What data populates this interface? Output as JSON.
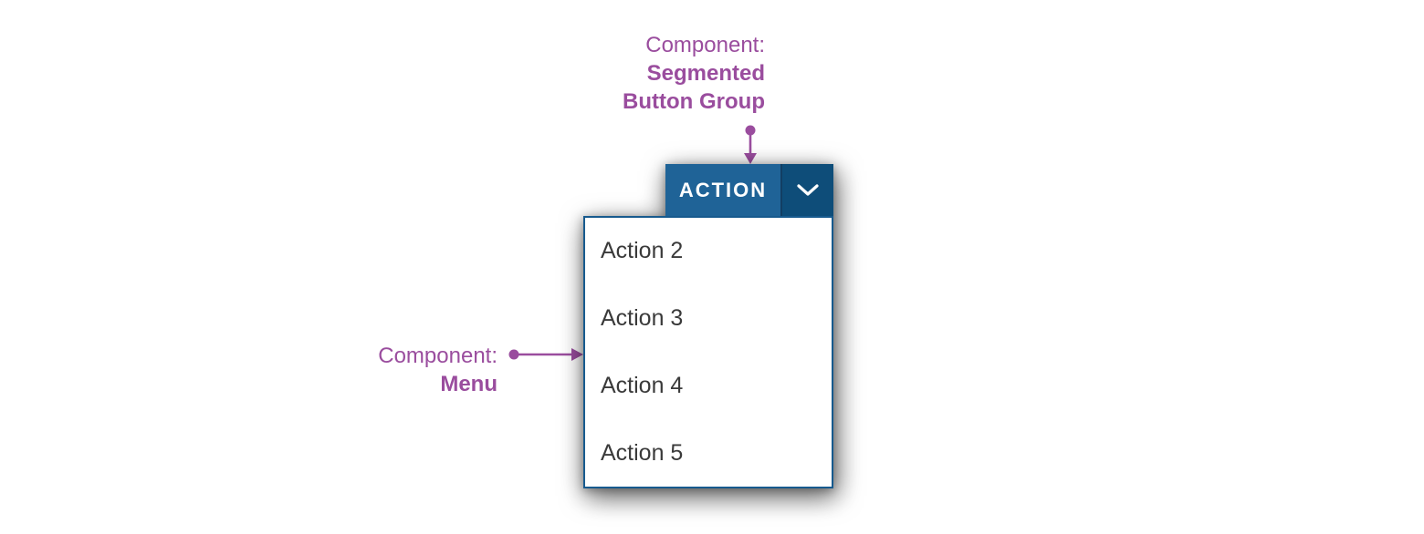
{
  "annotations": {
    "segmented_button_group": {
      "line1": "Component:",
      "line2": "Segmented",
      "line3": "Button Group",
      "connector_icon": "arrow-down-icon"
    },
    "menu": {
      "line1": "Component:",
      "line2": "Menu",
      "connector_icon": "arrow-right-icon"
    }
  },
  "button_group": {
    "action_label": "ACTION",
    "toggle_icon": "chevron-down-icon"
  },
  "menu": {
    "items": [
      {
        "label": "Action 2"
      },
      {
        "label": "Action 3"
      },
      {
        "label": "Action 4"
      },
      {
        "label": "Action 5"
      }
    ]
  },
  "colors": {
    "annotation_purple": "#9A4D9E",
    "button_primary_blue": "#1F6397",
    "button_toggle_blue": "#0E4D79",
    "segment_divider_blue": "#123E63",
    "menu_border_blue": "#175A8E",
    "menu_text": "#3A3A3A"
  }
}
